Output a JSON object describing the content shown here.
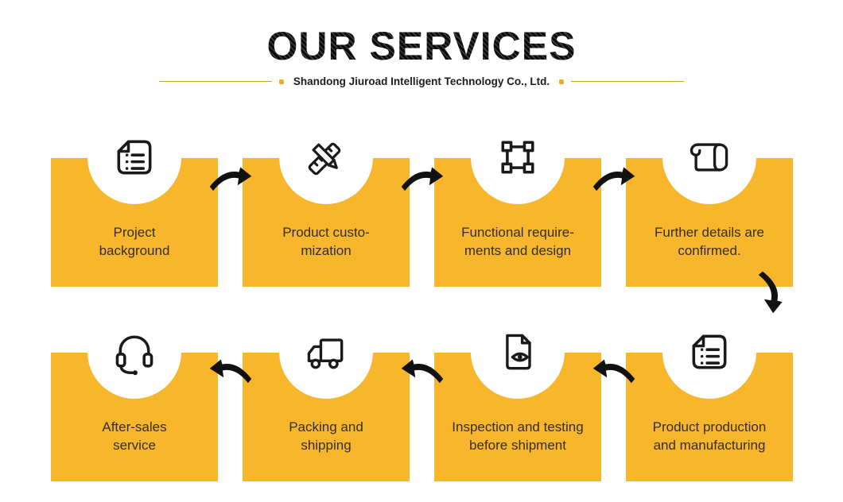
{
  "page": {
    "title": "OUR SERVICES",
    "subtitle": "Shandong Jiuroad Intelligent Technology Co., Ltd."
  },
  "colors": {
    "card_yellow": "#F8B62D",
    "accent_orange": "#F5A623",
    "divider_gold": "#C9A227",
    "text_dark": "#332E24",
    "title_black": "#151515",
    "icon_black": "#1A1A1A",
    "arrow_black": "#111111"
  },
  "flow": {
    "connector_between_rows": "down",
    "rows": [
      {
        "direction": "left-to-right",
        "arrow_direction": "right",
        "steps": [
          {
            "icon": "project-folder-icon",
            "label_line1": "Project",
            "label_line2": "background"
          },
          {
            "icon": "ruler-pencil-icon",
            "label_line1": "Product custo-",
            "label_line2": "mization"
          },
          {
            "icon": "vector-frame-icon",
            "label_line1": "Functional require-",
            "label_line2": "ments and design"
          },
          {
            "icon": "blueprint-scroll-icon",
            "label_line1": "Further details are",
            "label_line2": "confirmed."
          }
        ]
      },
      {
        "direction": "right-to-left",
        "arrow_direction": "left",
        "steps": [
          {
            "icon": "headset-icon",
            "label_line1": "After-sales",
            "label_line2": "service"
          },
          {
            "icon": "truck-icon",
            "label_line1": "Packing and",
            "label_line2": "shipping"
          },
          {
            "icon": "document-eye-icon",
            "label_line1": "Inspection and testing",
            "label_line2": "before shipment"
          },
          {
            "icon": "production-list-icon",
            "label_line1": "Product production",
            "label_line2": "and manufacturing"
          }
        ]
      }
    ]
  }
}
